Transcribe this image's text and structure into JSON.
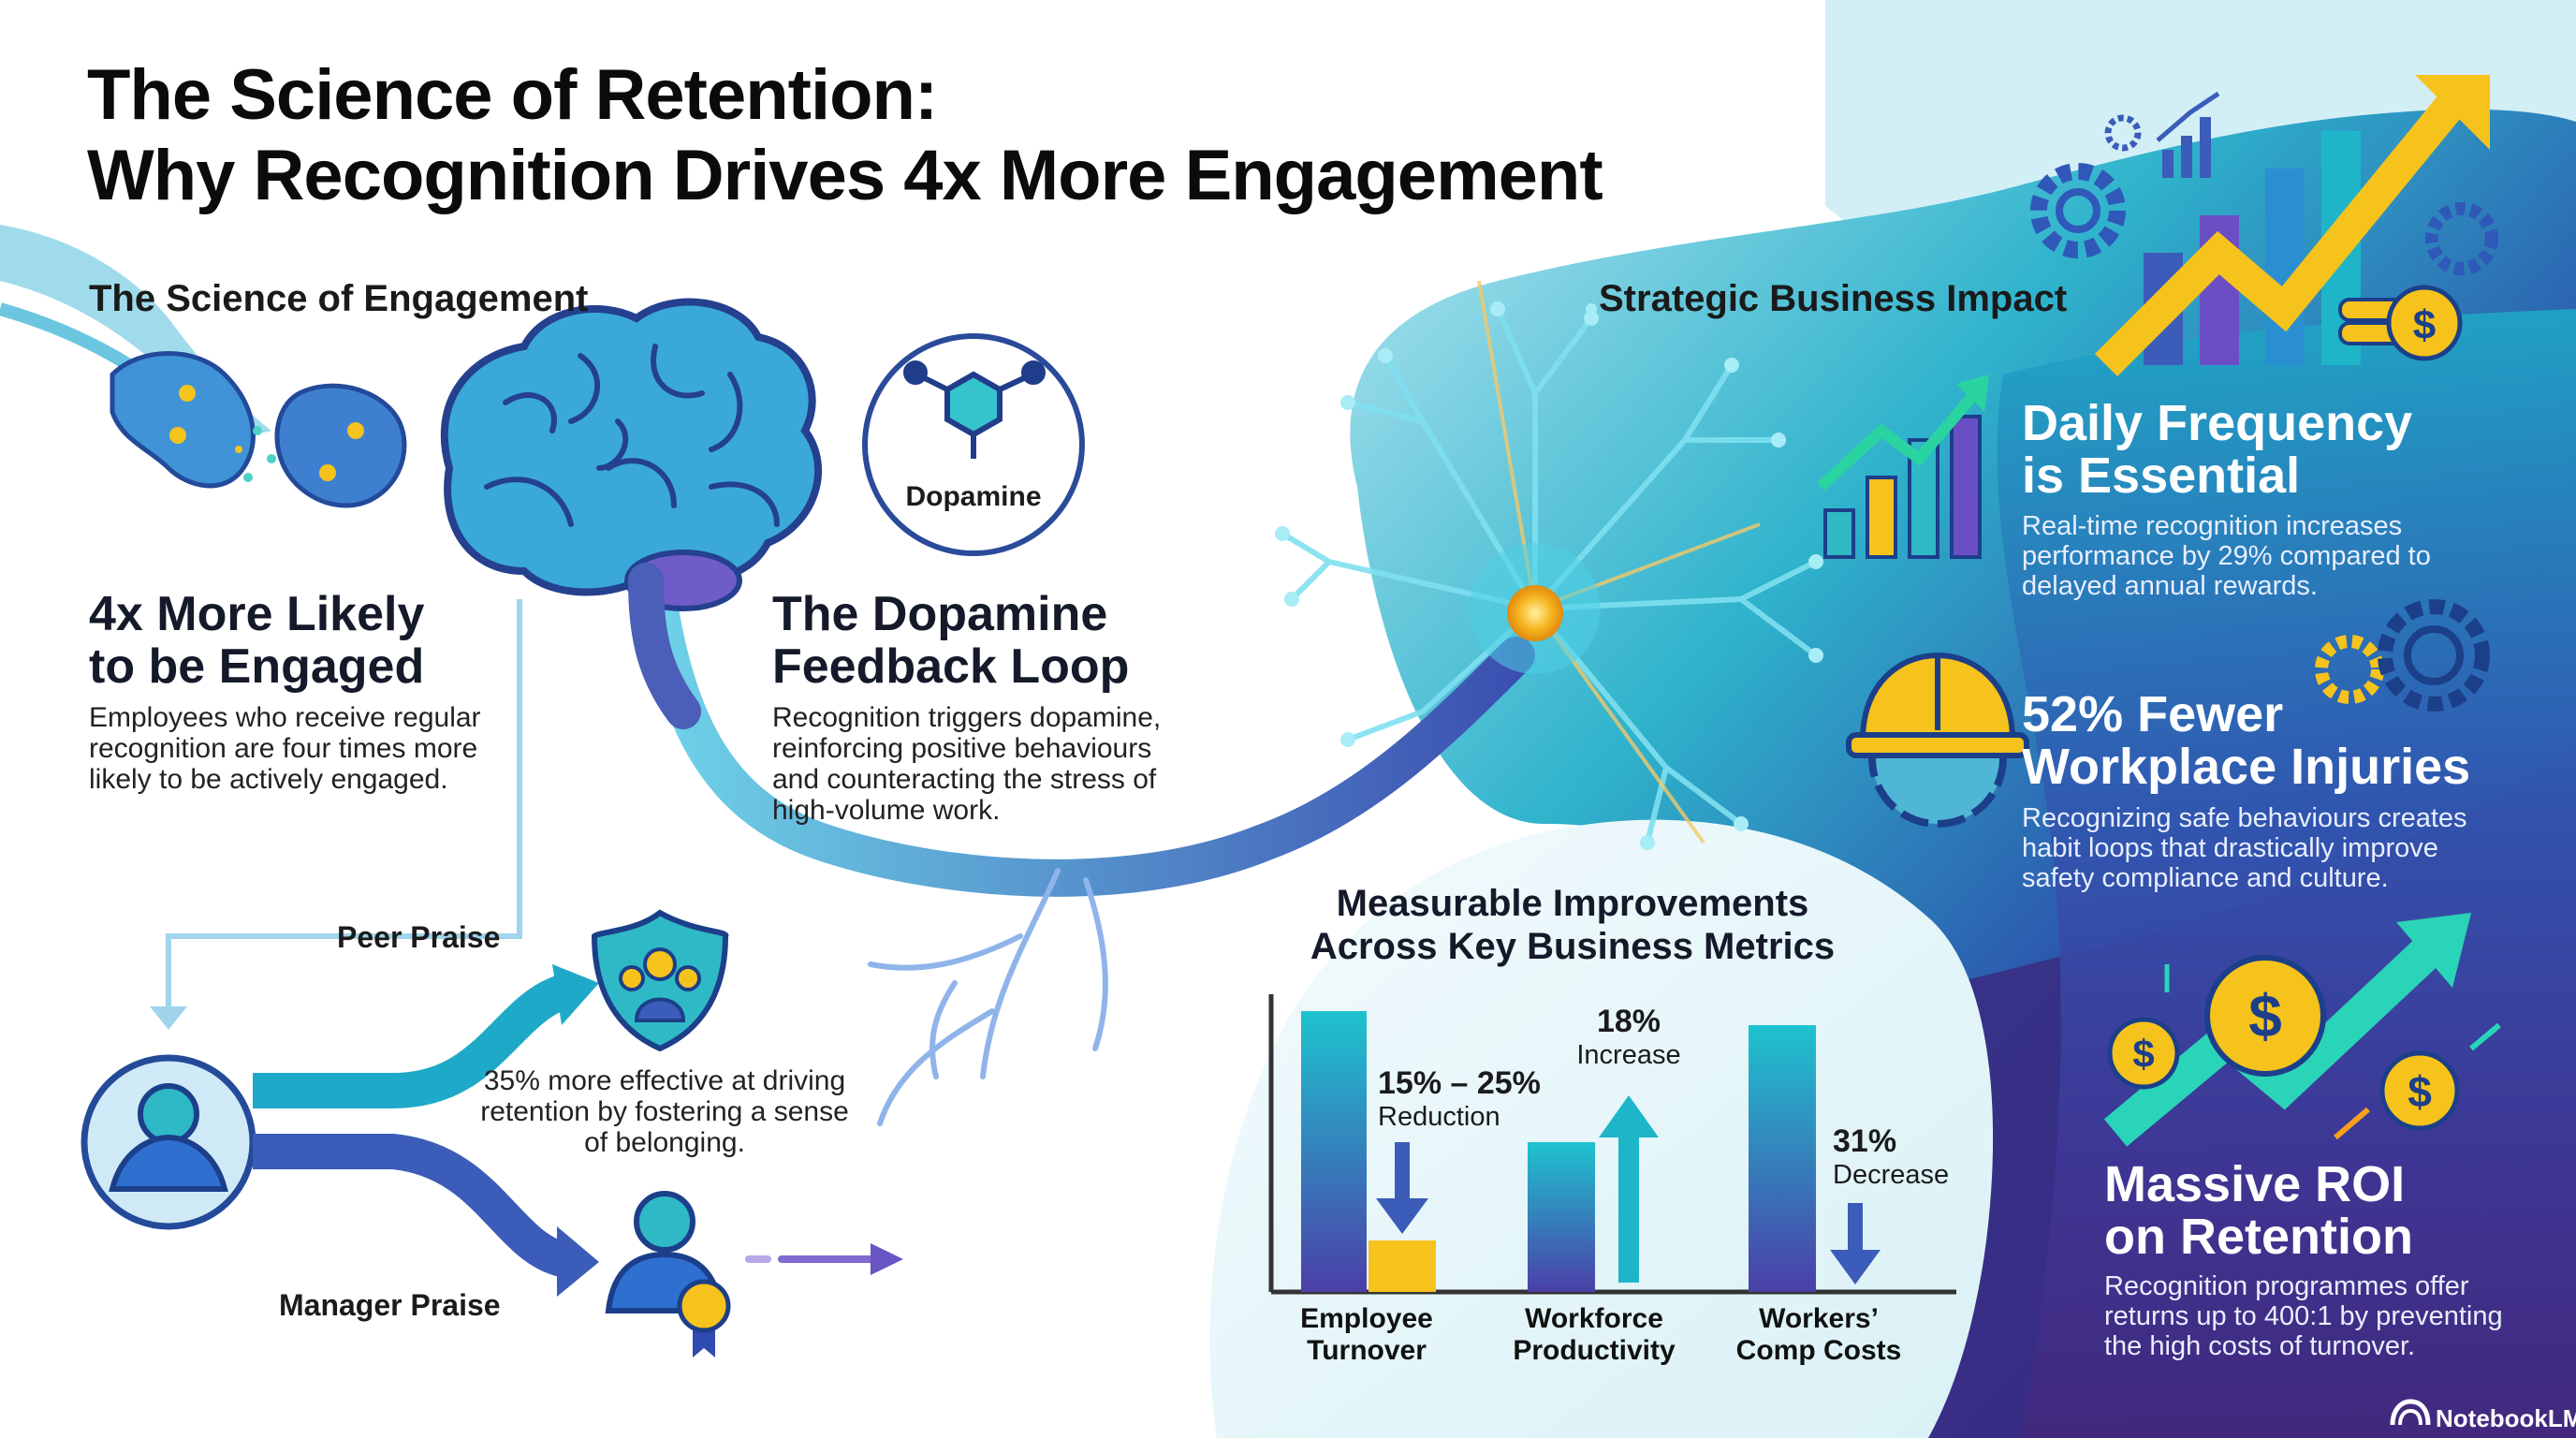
{
  "title": {
    "line1": "The Science of Retention:",
    "line2": "Why Recognition Drives 4x More Engagement"
  },
  "science": {
    "section_title": "The Science of Engagement",
    "engaged": {
      "heading_line1": "4x More Likely",
      "heading_line2": "to be Engaged",
      "body": "Employees who receive regular recognition are four times more likely to be actively engaged."
    },
    "dopamine_badge": "Dopamine",
    "dopamine": {
      "heading_line1": "The Dopamine",
      "heading_line2": "Feedback Loop",
      "body": "Recognition triggers dopamine, reinforcing positive behaviours and counteracting the stress of high-volume work."
    },
    "peer_label": "Peer Praise",
    "manager_label": "Manager Praise",
    "peer_body": "35% more effective at driving retention by fostering a sense of belonging."
  },
  "impact": {
    "section_title": "Strategic Business Impact",
    "daily": {
      "heading_line1": "Daily Frequency",
      "heading_line2": "is Essential",
      "body": "Real-time recognition increases performance by 29% compared to delayed annual rewards."
    },
    "injuries": {
      "heading_line1": "52% Fewer",
      "heading_line2": "Workplace Injuries",
      "body": "Recognizing safe behaviours creates habit loops that drastically improve safety compliance and culture."
    },
    "roi": {
      "heading_line1": "Massive ROI",
      "heading_line2": "on Retention",
      "body": "Recognition programmes offer returns up to 400:1 by preventing the high costs of turnover."
    }
  },
  "metrics": {
    "title_line1": "Measurable Improvements",
    "title_line2": "Across Key Business Metrics",
    "items": [
      {
        "label_line1": "Employee",
        "label_line2": "Turnover",
        "value": "15% – 25%",
        "sub": "Reduction"
      },
      {
        "label_line1": "Workforce",
        "label_line2": "Productivity",
        "value": "18%",
        "sub": "Increase"
      },
      {
        "label_line1": "Workers’",
        "label_line2": "Comp Costs",
        "value": "31%",
        "sub": "Decrease"
      }
    ]
  },
  "footer": {
    "brand": "NotebookLM"
  },
  "colors": {
    "teal": "#1fb5c9",
    "deep_blue": "#2c3e9e",
    "purple": "#4a2f8f",
    "gold": "#f6c21c"
  }
}
